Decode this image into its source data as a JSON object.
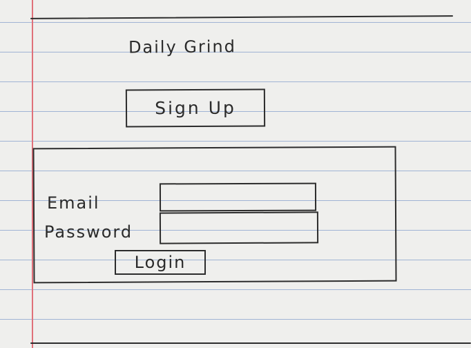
{
  "app": {
    "title": "Daily Grind"
  },
  "header": {
    "signup_label": "Sign Up"
  },
  "login_form": {
    "email_label": "Email",
    "email_value": "",
    "password_label": "Password",
    "password_value": "",
    "login_label": "Login"
  },
  "colors": {
    "ink": "#2c2c2c",
    "paper": "#efefed",
    "rule_line": "#9fb3d4",
    "margin_line": "#e0707a"
  }
}
